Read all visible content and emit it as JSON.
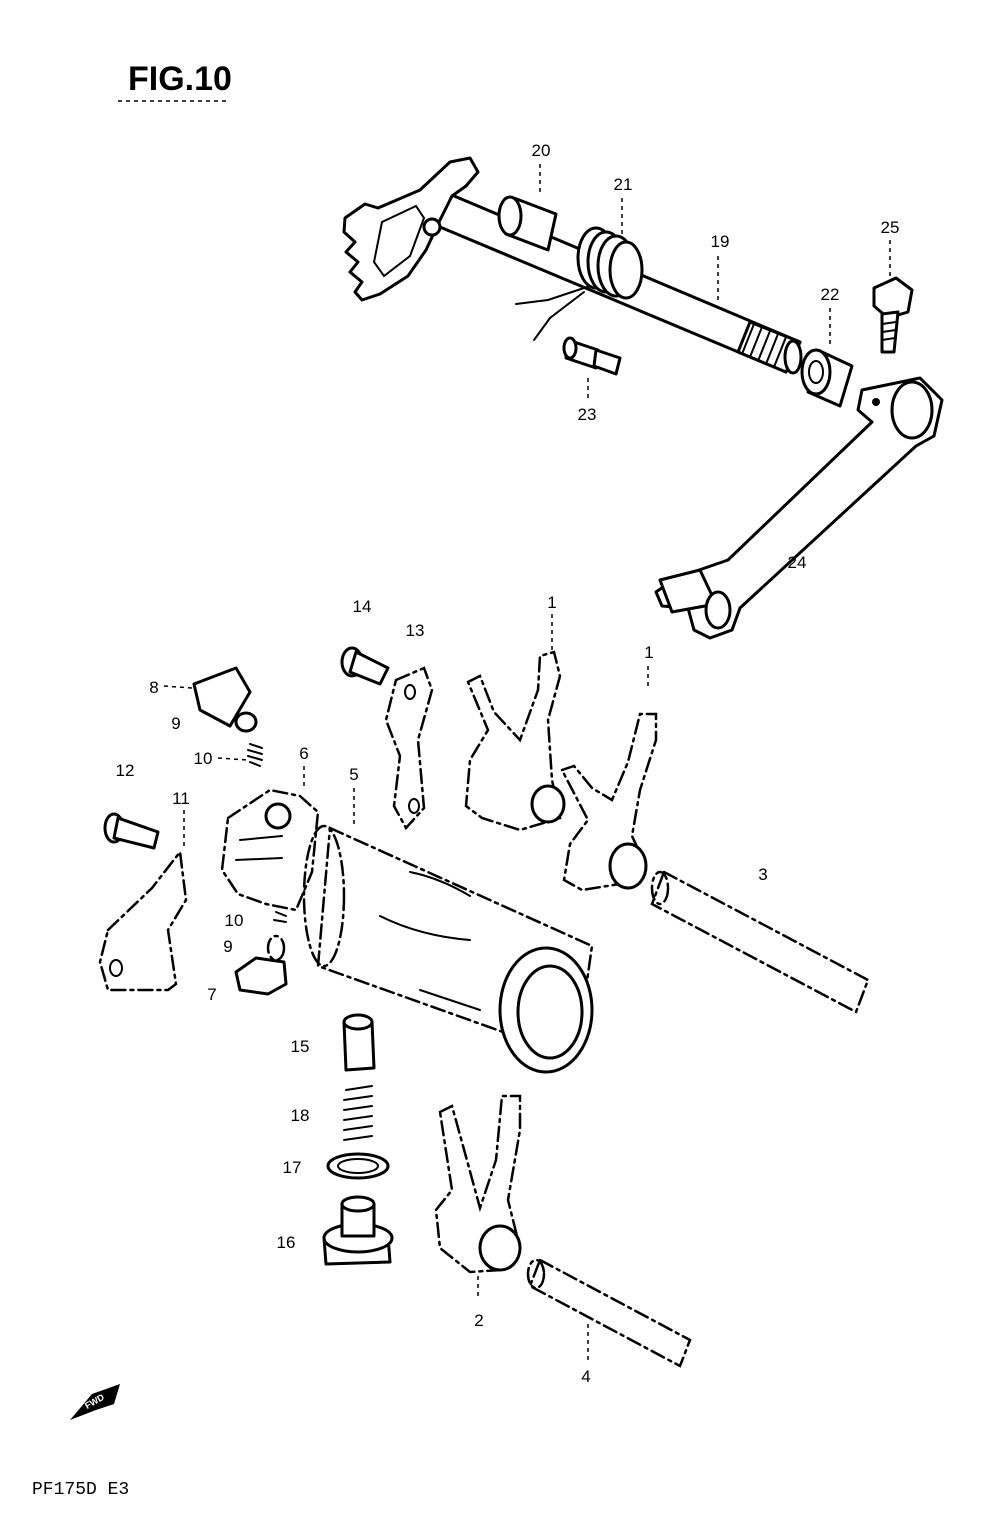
{
  "figure": {
    "title": "FIG.10",
    "model_code": "PF175D E3",
    "fwd_badge": "FWD"
  },
  "callouts": [
    {
      "id": "c20",
      "text": "20"
    },
    {
      "id": "c21",
      "text": "21"
    },
    {
      "id": "c19",
      "text": "19"
    },
    {
      "id": "c25",
      "text": "25"
    },
    {
      "id": "c22",
      "text": "22"
    },
    {
      "id": "c23",
      "text": "23"
    },
    {
      "id": "c24",
      "text": "24"
    },
    {
      "id": "c14",
      "text": "14"
    },
    {
      "id": "c13",
      "text": "13"
    },
    {
      "id": "c1a",
      "text": "1"
    },
    {
      "id": "c1b",
      "text": "1"
    },
    {
      "id": "c8",
      "text": "8"
    },
    {
      "id": "c9a",
      "text": "9"
    },
    {
      "id": "c10a",
      "text": "10"
    },
    {
      "id": "c12",
      "text": "12"
    },
    {
      "id": "c11",
      "text": "11"
    },
    {
      "id": "c6",
      "text": "6"
    },
    {
      "id": "c5",
      "text": "5"
    },
    {
      "id": "c3",
      "text": "3"
    },
    {
      "id": "c10b",
      "text": "10"
    },
    {
      "id": "c9b",
      "text": "9"
    },
    {
      "id": "c7",
      "text": "7"
    },
    {
      "id": "c15",
      "text": "15"
    },
    {
      "id": "c18",
      "text": "18"
    },
    {
      "id": "c17",
      "text": "17"
    },
    {
      "id": "c16",
      "text": "16"
    },
    {
      "id": "c2",
      "text": "2"
    },
    {
      "id": "c4",
      "text": "4"
    }
  ]
}
